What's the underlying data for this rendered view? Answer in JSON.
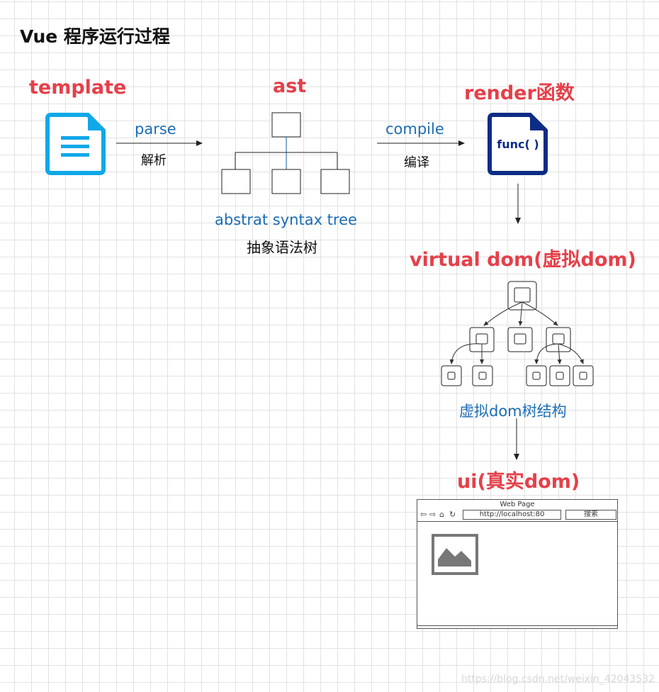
{
  "page_title": "Vue 程序运行过程",
  "stages": {
    "template": "template",
    "ast": "ast",
    "render": "render函数",
    "vdom": "virtual dom(虚拟dom)",
    "ui": "ui(真实dom)"
  },
  "arrows": {
    "parse": "parse",
    "parse_cn": "解析",
    "compile": "compile",
    "compile_cn": "编译"
  },
  "ast_caption": {
    "en": "abstrat syntax tree",
    "cn": "抽象语法树"
  },
  "func_label": "func( )",
  "vdom_caption": "虚拟dom树结构",
  "browser": {
    "title": "Web Page",
    "url": "http://localhost:80",
    "search": "搜索"
  },
  "watermark": "https://blog.csdn.net/weixin_42043532",
  "colors": {
    "stage_red": "#e5404a",
    "caption_blue": "#1c6db5",
    "template_icon": "#10a8e8",
    "render_icon": "#0c2c86"
  },
  "icons": {
    "template": "document-icon",
    "render": "function-file-icon",
    "ui": "browser-window-icon",
    "image": "image-icon"
  }
}
